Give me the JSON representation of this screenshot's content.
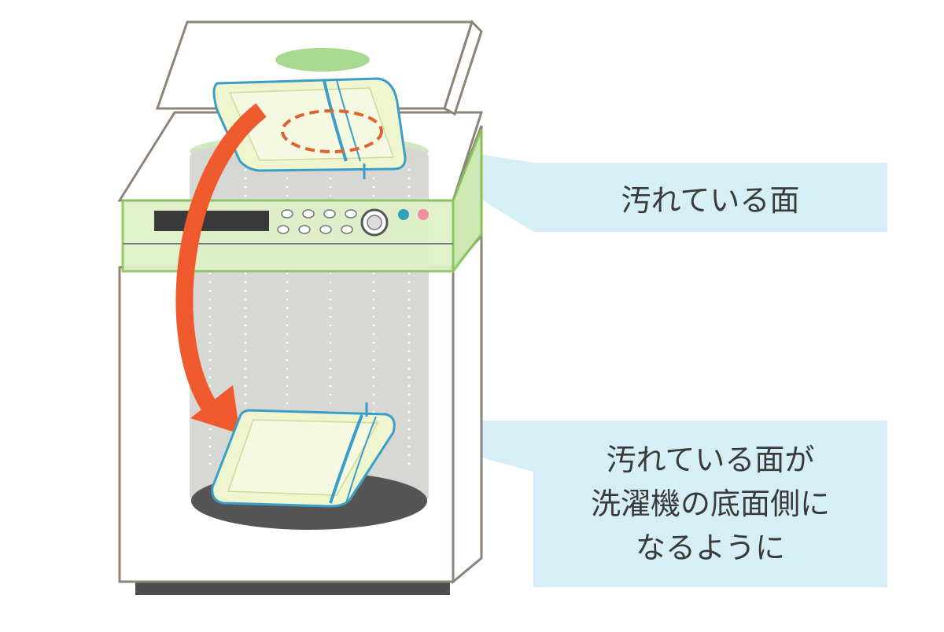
{
  "callouts": {
    "top": "汚れている面",
    "bottom_lines": [
      "汚れている面が",
      "洗濯機の底面側に",
      "なるように"
    ]
  },
  "colors": {
    "machine_outline": "#8c8577",
    "control_panel": "#dff0c8",
    "panel_border": "#88c65a",
    "tub_fill": "#d5d5d2",
    "tub_base": "#555555",
    "arrow": "#ee5a2e",
    "pillow_fill": "#eef5cf",
    "pillow_outline": "#3a9fc7",
    "stain_outline": "#e0622d",
    "callout_bg": "#d6eff6",
    "lid_disc": "#a8d98e"
  },
  "icons": [
    "curved-arrow-icon",
    "stain-marker-icon",
    "knob-icon"
  ]
}
